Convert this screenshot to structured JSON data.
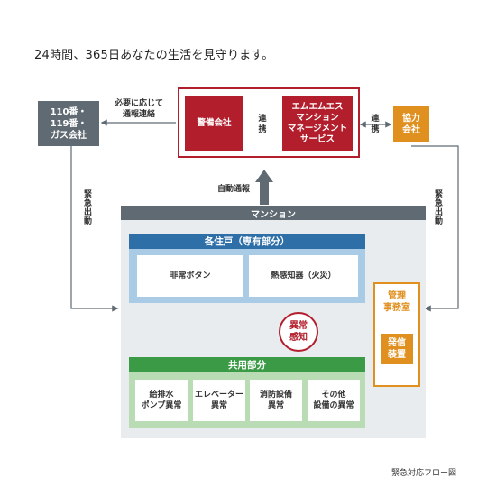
{
  "headline": "24時間、365日あなたの生活を見守ります。",
  "boxes": {
    "emergency": "110番・\n119番・\nガス会社",
    "security": "警備会社",
    "mms": "エムエムエス\nマンション\nマネージメント\nサービス",
    "partner": "協力\n会社"
  },
  "labels": {
    "notify": "必要に応じて\n通報連絡",
    "link1": "連\n携",
    "link2": "連\n携",
    "auto": "自動通報",
    "dispatch_left": "緊急出動",
    "dispatch_right": "緊急出動",
    "mansion": "マンション",
    "private_head": "各住戸（専有部分）",
    "private_items": [
      "非常ボタン",
      "熱感知器（火災）"
    ],
    "anomaly": "異常\n感知",
    "common_head": "共用部分",
    "common_items": [
      "給排水\nポンプ異常",
      "エレベーター\n異常",
      "消防設備\n異常",
      "その他\n設備の異常"
    ],
    "office": "管理\n事務室",
    "device": "発信\n装置",
    "caption": "緊急対応フロー図"
  },
  "colors": {
    "red": "#b21e2c",
    "gray": "#5f6a73",
    "orange": "#e0901f",
    "blue": "#2f6fa8",
    "green": "#3a9a46"
  }
}
